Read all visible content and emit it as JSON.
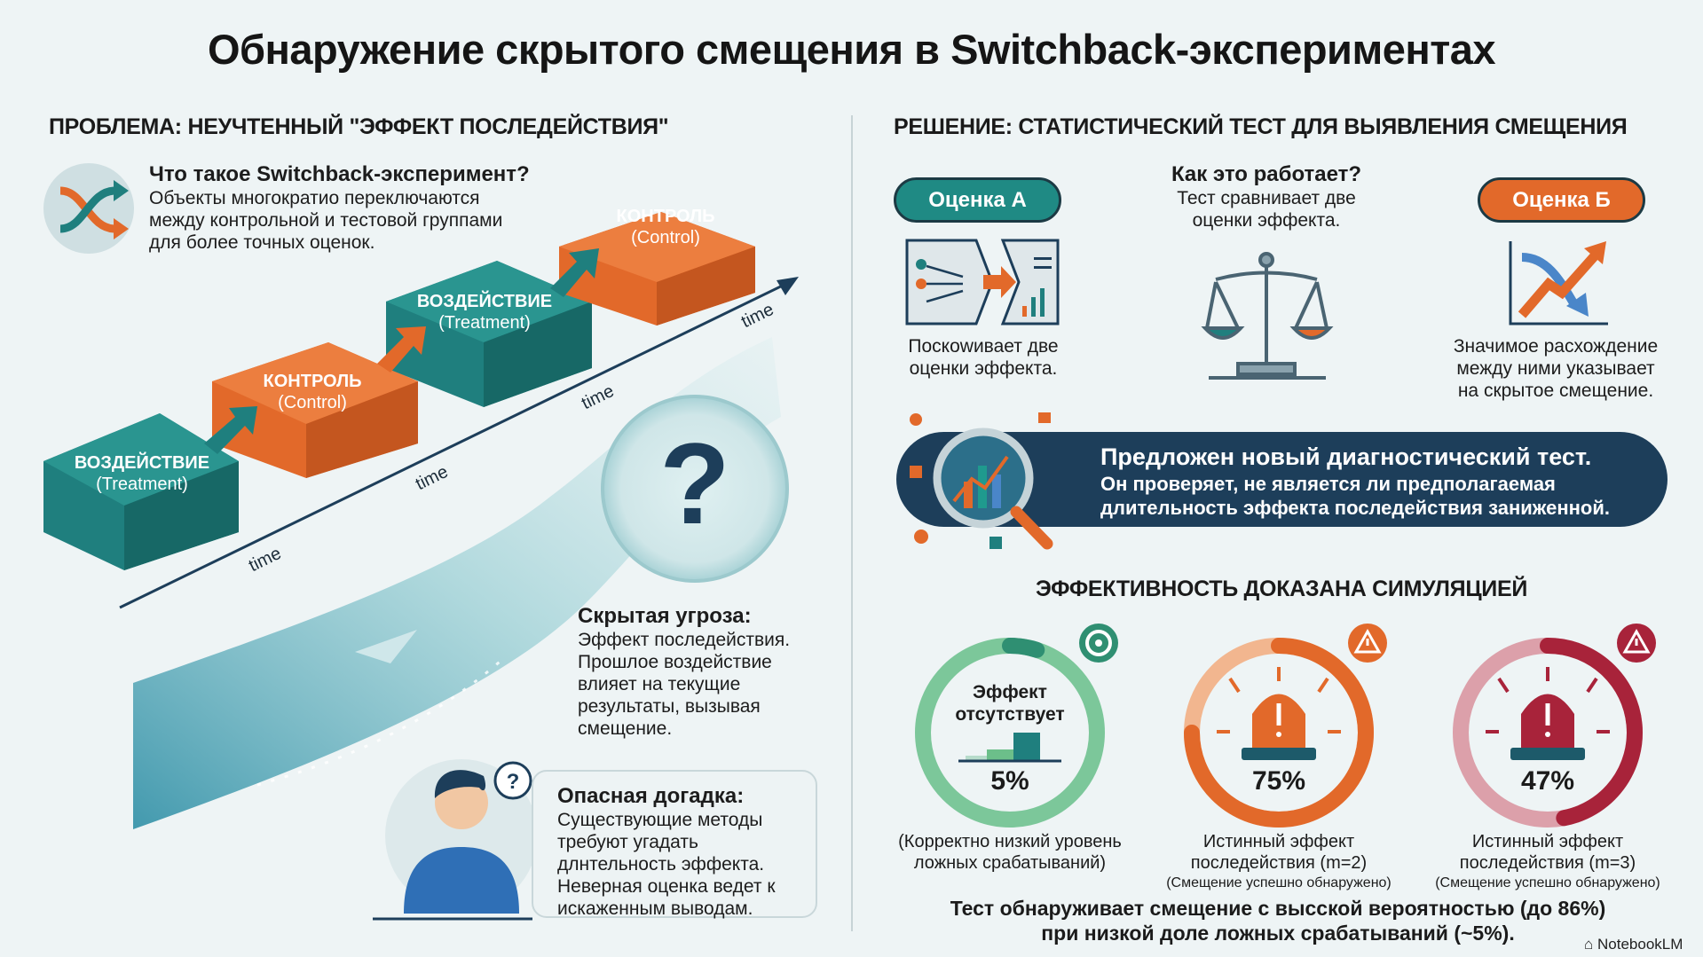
{
  "title": "Обнаружение скрытого смещения в Switchback-экспериментах",
  "colors": {
    "teal": "#1f7f7e",
    "orange": "#e2692a",
    "navy": "#1d3e5a",
    "green": "#6cbf8a",
    "red": "#a8233a",
    "background": "#eef4f5"
  },
  "left": {
    "heading": "ПРОБЛЕМА: НЕУЧТЕННЫЙ \"ЭФФЕКТ ПОСЛЕДЕЙСТВИЯ\"",
    "what_is": {
      "icon": "shuffle-icon",
      "title": "Что такое Switchback-эксперимент?",
      "lines": [
        "Объекты многократио переключаются",
        "между контрольной и тестовой группами",
        "для более точных оценок."
      ]
    },
    "blocks": [
      {
        "label": "ВОЗДЕЙСТВИЕ",
        "sub": "(Treatment)"
      },
      {
        "label": "КОНТРОЛЬ",
        "sub": "(Control)"
      },
      {
        "label": "ВОЗДЕЙСТВИЕ",
        "sub": "(Treatment)"
      },
      {
        "label": "КОНТРОЛЬ",
        "sub": "(Control)"
      }
    ],
    "time_label": "time",
    "question_icon": "question-mark-icon",
    "threat": {
      "title": "Скрытая угроза:",
      "lines": [
        "Эффект последействия.",
        "Прошлое воздействие",
        "влияет на текущие",
        "результаты, вызывая",
        "смещение."
      ]
    },
    "danger": {
      "title": "Опасная догадка:",
      "lines": [
        "Существующие методы",
        "требуют угадать",
        "длнтельность эффекта.",
        "Неверная оценка ведет к",
        "искаженным выводам."
      ]
    }
  },
  "right": {
    "heading": "РЕШЕНИЕ: СТАТИСТИЧЕСКИЙ ТЕСТ ДЛЯ ВЫЯВЛЕНИЯ СМЕЩЕНИЯ",
    "estimate_a": {
      "label": "Оценка А",
      "lines": [
        "Поскоwивает две",
        "оценки эффекта."
      ]
    },
    "how": {
      "title": "Как это работает?",
      "lines": [
        "Тест сравнивает две",
        "оценки эффекта."
      ]
    },
    "estimate_b": {
      "label": "Оценка Б",
      "lines": [
        "Значимое расхождение",
        "между ними указывает",
        "на скрытое смещение."
      ]
    },
    "banner": {
      "title": "Предложен новый диагностический тест.",
      "lines": [
        "Он проверяет, не является ли предполагаемая",
        "длительность эффекта последействия заниженной."
      ]
    },
    "effectiveness": {
      "heading": "ЭФФЕКТИВНОСТЬ ДОКАЗАНА СИМУЛЯЦИЕЙ",
      "rings": [
        {
          "value": 5,
          "display": "5%",
          "center": [
            "Эффект",
            "отсутствует"
          ],
          "caption": [
            "(Корректно низкий уровень",
            "ложных срабатываний)"
          ],
          "sub": "",
          "badge": "target-icon",
          "color": "#2f8f72",
          "track": "#7cc79a"
        },
        {
          "value": 75,
          "display": "75%",
          "center": [],
          "caption": [
            "Истинный эффект",
            "последействия (m=2)"
          ],
          "sub": "(Смещение успешно обнаружено)",
          "badge": "warning-icon",
          "color": "#e2692a",
          "track": "#f2b68f"
        },
        {
          "value": 47,
          "display": "47%",
          "center": [],
          "caption": [
            "Истинный эффект",
            "последействия (m=3)"
          ],
          "sub": "(Смещение успешно обнаружено)",
          "badge": "warning-icon",
          "color": "#a8233a",
          "track": "#dca0aa"
        }
      ]
    },
    "summary": [
      "Тест обнаруживает смещение с высской вероятностью (до 86%)",
      "при низкой доле ложных срабатываний (~5%)."
    ]
  },
  "brand": "NotebookLM"
}
